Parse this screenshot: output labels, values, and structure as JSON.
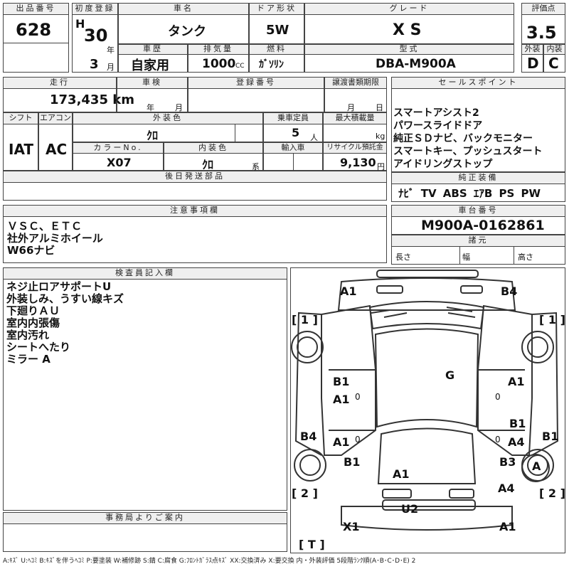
{
  "header": {
    "lot_label": "出品番号",
    "lot": "628",
    "first_reg_label": "初度登録",
    "era": "H",
    "year": "30",
    "year_unit": "年",
    "month": "3",
    "month_unit": "月",
    "car_name_label": "車名",
    "car_name": "タンク",
    "doors_label": "ドア形状",
    "doors": "5W",
    "grade_label": "グレード",
    "grade": "X S",
    "score_label": "評価点",
    "score": "3.5",
    "history_label": "車歴",
    "history": "自家用",
    "displacement_label": "排気量",
    "displacement": "1000",
    "cc": "CC",
    "fuel_label": "燃料",
    "fuel": "ｶﾞｿﾘﾝ",
    "model_label": "型式",
    "model": "DBA-M900A",
    "ext_label": "外装",
    "ext": "D",
    "int_label": "内装",
    "int": "C"
  },
  "row2": {
    "mileage_label": "走行",
    "mileage": "173,435 km",
    "inspection_label": "車検",
    "year_unit": "年",
    "month_unit": "月",
    "regno_label": "登録番号",
    "transfer_label": "譲渡書類期限",
    "transfer_month": "月",
    "transfer_day": "日",
    "shift_label": "シフト",
    "shift": "IAT",
    "ac_label": "エアコン",
    "ac": "AC",
    "color_label": "外装色",
    "color": "ｸﾛ",
    "capacity_label": "乗車定員",
    "capacity": "5",
    "capacity_unit": "人",
    "load_label": "最大積載量",
    "load_unit": "kg",
    "colorno_label": "カラーNo.",
    "colorno": "X07",
    "intcolor_label": "内装色",
    "intcolor": "ｸﾛ",
    "intcolor_unit": "系",
    "import_label": "輸入車",
    "recycle_label": "リサイクル預託金",
    "recycle": "9,130",
    "recycle_unit": "円",
    "later_label": "後日発送部品"
  },
  "sales": {
    "label": "セールスポイント",
    "points": [
      "スマートアシスト2",
      "パワースライドドア",
      "純正ＳＤナビ、バックモニター",
      "スマートキー、プッシュスタート",
      "アイドリングストップ"
    ],
    "equip_label": "純正装備",
    "equipment": "ﾅﾋﾞ TV ABS ｴｱB PS PW"
  },
  "notes": {
    "label": "注意事項欄",
    "lines": [
      "ＶＳＣ、ＥＴＣ",
      "社外アルミホイール",
      "W66ナビ"
    ]
  },
  "chassis": {
    "label": "車台番号",
    "number": "M900A-0162861",
    "spec_label": "諸元",
    "length": "長さ",
    "width": "幅",
    "height": "高さ"
  },
  "inspector": {
    "label": "検査員記入欄",
    "lines": [
      "ネジ止ロアサポートU",
      "外装しみ、うすい線キズ",
      "下廻りＡＵ",
      "室内内張傷",
      "室内汚れ",
      "シートへたり",
      "ミラー A"
    ]
  },
  "office": {
    "label": "事務局よりご案内"
  },
  "diagram": {
    "marks": {
      "a1_top": "A1",
      "b4_top": "B4",
      "one_l": "[ 1 ]",
      "one_r": "[ 1 ]",
      "g": "G",
      "b1_l1": "B1",
      "a1_l1": "A1",
      "a1_r1": "A1",
      "b4_l": "B4",
      "a1_l2": "A1",
      "b1_r1": "B1",
      "a4_r": "A4",
      "b1_r2": "B1",
      "b1_l2": "B1",
      "a1_mid": "A1",
      "b3_r": "B3",
      "a_r": "A",
      "two_l": "[ 2 ]",
      "two_r": "[ 2 ]",
      "a4_r2": "A4",
      "u2": "U2",
      "x1": "X1",
      "a1_bot": "A1",
      "t": "[ T ]"
    }
  },
  "legend": "A:ｷｽﾞ U:ﾍｺﾐ B:ｷｽﾞを伴うﾍｺﾐ P:要塗装 W:補修跡 S:錆 C:腐食 G:ﾌﾛﾝﾄｶﾞﾗｽ点ｷｽﾞ XX:交換済み X:要交換 内・外装評価 5段階ﾗﾝｸ順(A･B･C･D･E) 2"
}
